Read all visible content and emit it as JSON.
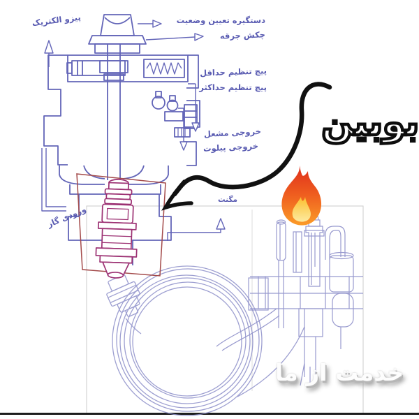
{
  "colors": {
    "schematic_line": "#6365b8",
    "sketch_line": "#8d8fc9",
    "label_text": "#5a5cb2",
    "coil_highlight": "#9c3173",
    "highlight_box": "#a34a4a",
    "annotation_black": "#111111",
    "flame_outer": "#e23b20",
    "flame_inner": "#fcc93f",
    "frame_line": "#cbcbcb",
    "watermark_text": "#ffffff"
  },
  "diagram": {
    "labels": {
      "piezo": "پیزو الکتریک",
      "status_handle": "دستگیره تعیین وضعیت",
      "spark_hammer": "چکش جرقه",
      "min_screw": "پیچ تنظیم حداقل",
      "max_screw": "پیچ تنظیم حداکثر",
      "burner_outlet": "خروجی مشعل",
      "pilot_outlet": "خروجی پیلوت",
      "magnet": "مگنت",
      "gas_inlet": "ورودی گاز"
    }
  },
  "callout": {
    "text": "بوبین"
  },
  "watermark": {
    "text": "خدمت از ما"
  }
}
